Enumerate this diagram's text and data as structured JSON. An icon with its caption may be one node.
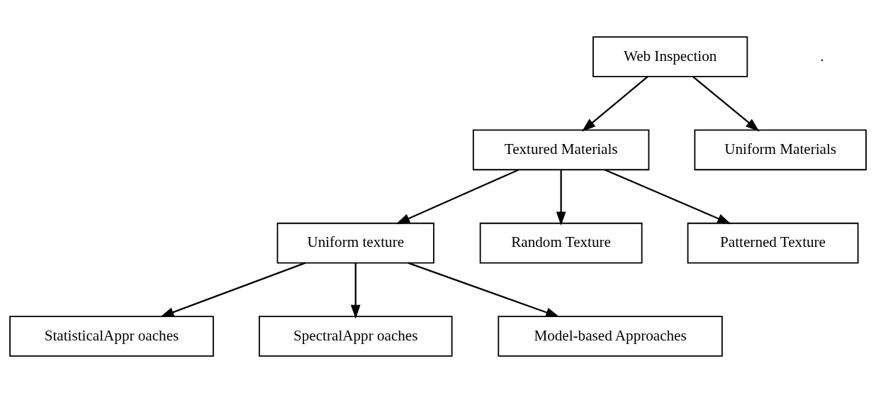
{
  "diagram": {
    "nodes": [
      {
        "text": [
          "Web Inspection"
        ]
      },
      {
        "text": [
          "Textured Materials"
        ]
      },
      {
        "text": [
          "Uniform Materials"
        ]
      },
      {
        "text": [
          "Uniform texture"
        ]
      },
      {
        "text": [
          "Random Texture"
        ]
      },
      {
        "text": [
          "Patterned Texture"
        ]
      },
      {
        "text": [
          "StatisticalAppr oaches"
        ]
      },
      {
        "text": [
          "SpectralAppr oaches"
        ]
      },
      {
        "text": [
          "Model-based Approaches"
        ]
      }
    ],
    "edges": [
      {
        "from": 0,
        "to": 1,
        "arrow": "to"
      },
      {
        "from": 0,
        "to": 2,
        "arrow": "to"
      },
      {
        "from": 1,
        "to": 3,
        "arrow": "to"
      },
      {
        "from": 1,
        "to": 4,
        "arrow": "to"
      },
      {
        "from": 1,
        "to": 5,
        "arrow": "to"
      },
      {
        "from": 3,
        "to": 6,
        "arrow": "to"
      },
      {
        "from": 3,
        "to": 7,
        "arrow": "to"
      },
      {
        "from": 3,
        "to": 8,
        "arrow": "to"
      }
    ],
    "labels": [
      "."
    ]
  }
}
